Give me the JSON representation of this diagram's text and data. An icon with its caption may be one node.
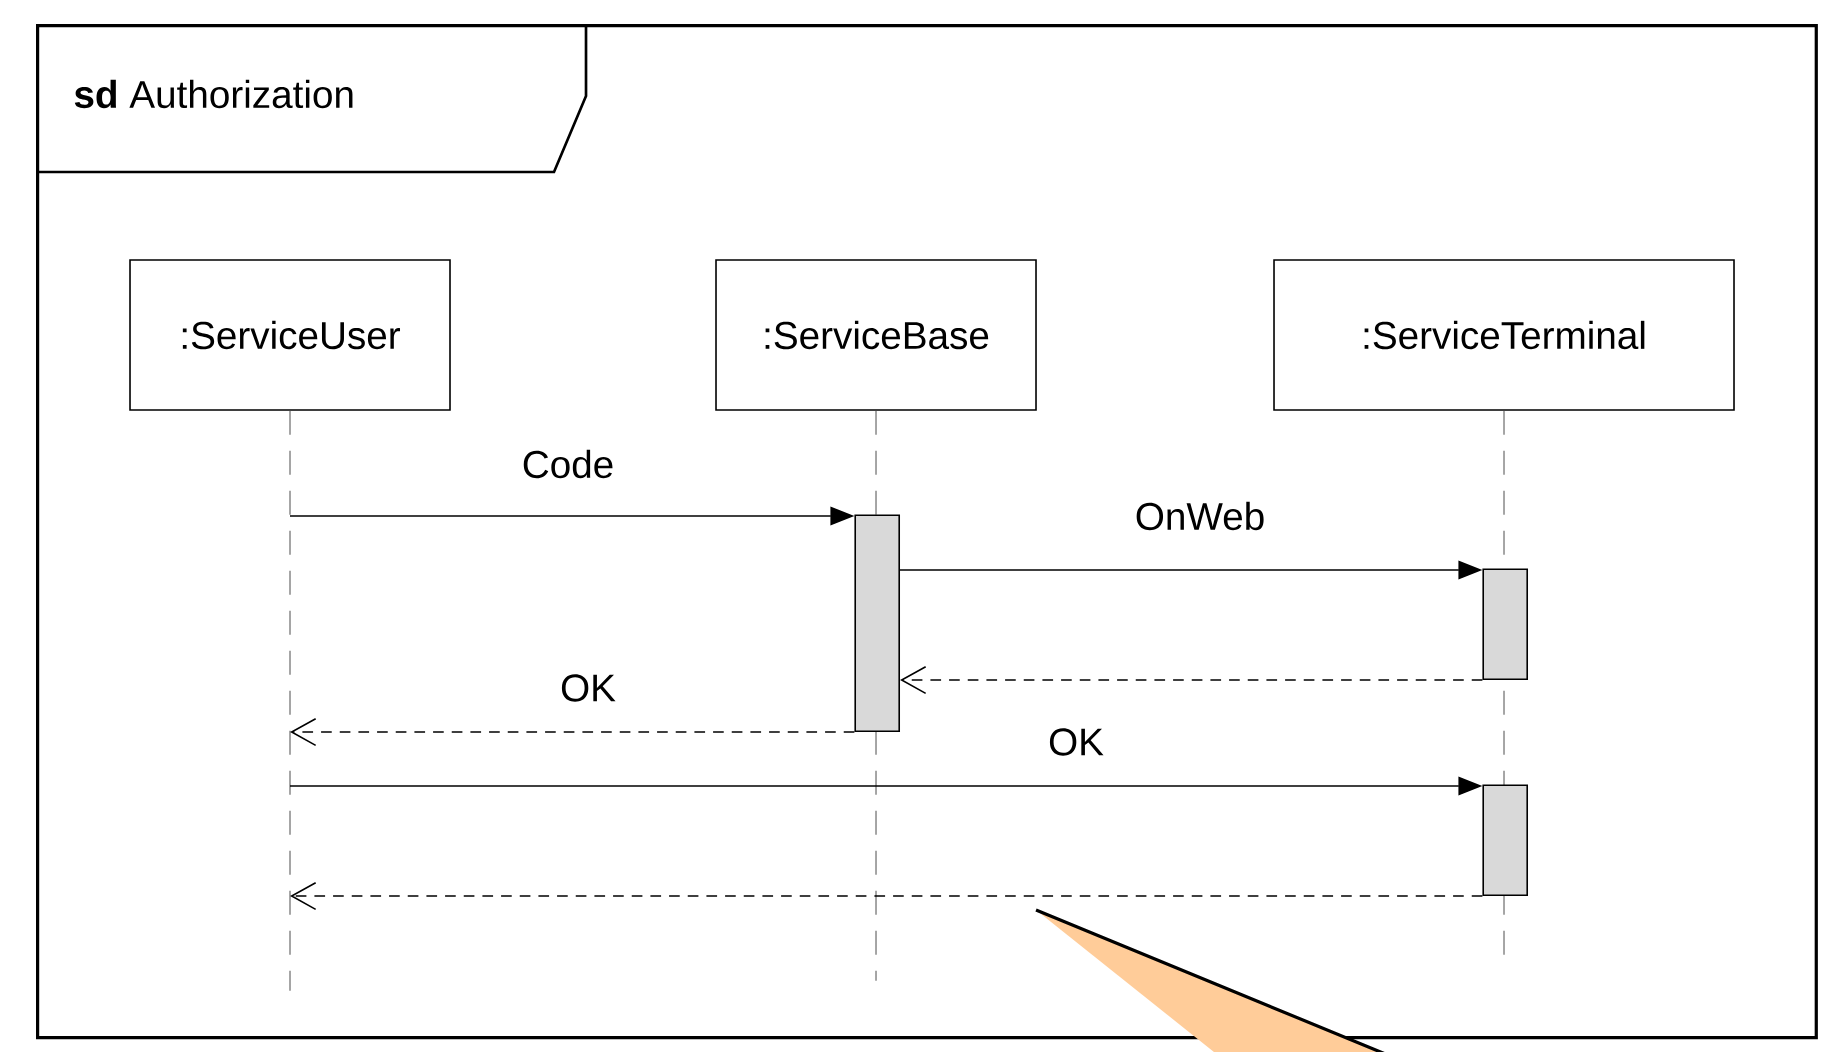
{
  "diagram": {
    "nodes": [
      {
        "text": [
          "**sd** Authorization"
        ]
      },
      {
        "text": [
          ":ServiceUser"
        ],
        "in": 0
      },
      {
        "text": [
          ":ServiceBase"
        ],
        "in": 0
      },
      {
        "text": [
          ":ServiceTerminal"
        ],
        "in": 0
      },
      {
        "text": [],
        "shape": "bar",
        "in": 2
      },
      {
        "text": [],
        "shape": "bar",
        "in": 3
      },
      {
        "text": [],
        "shape": "bar",
        "in": 3
      }
    ],
    "edges": [
      {
        "from": 1,
        "to": 4,
        "arrow": "to",
        "label": "Code"
      },
      {
        "from": 4,
        "to": 5,
        "arrow": "to",
        "label": "OnWeb"
      },
      {
        "from": 5,
        "to": 4,
        "arrow": "to",
        "style": "dashed"
      },
      {
        "from": 4,
        "to": 1,
        "arrow": "to",
        "style": "dashed",
        "label": "OK"
      },
      {
        "from": 1,
        "to": 6,
        "arrow": "to",
        "label": "OK"
      },
      {
        "from": 6,
        "to": 1,
        "arrow": "to",
        "style": "dashed"
      }
    ]
  }
}
